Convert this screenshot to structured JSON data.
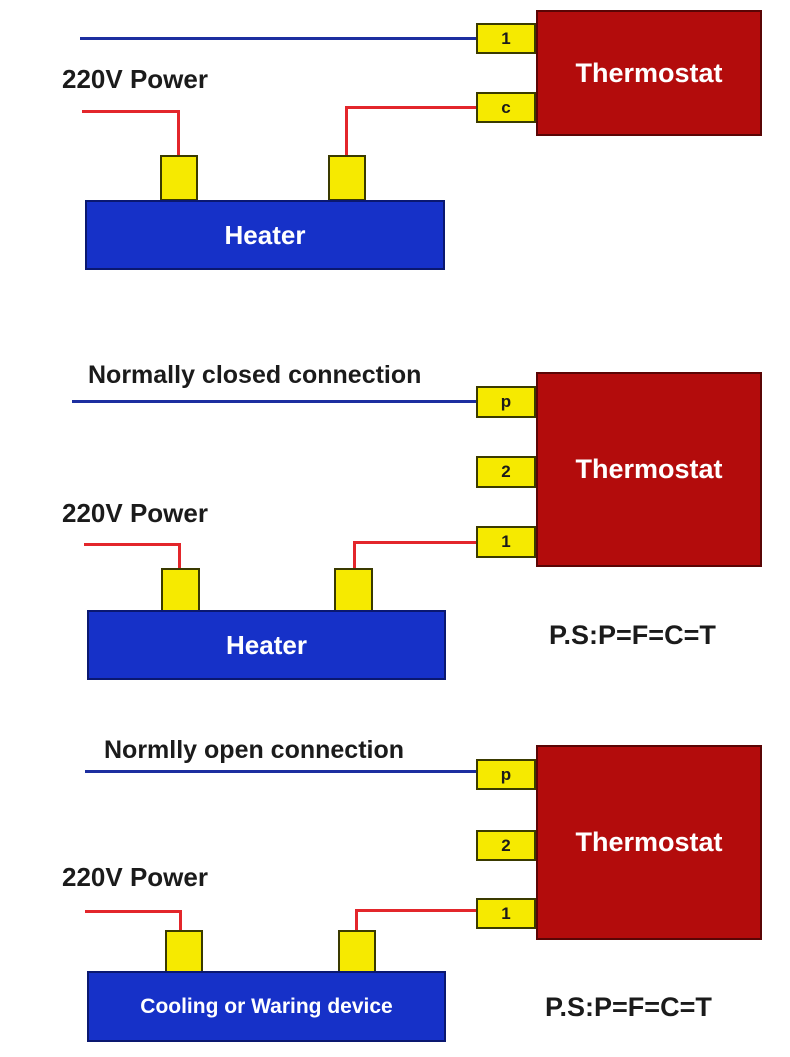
{
  "colors": {
    "thermostat": "#b30c0c",
    "device": "#1631c8",
    "terminal": "#f6ea00",
    "neutral_wire": "#1d2fa0",
    "live_wire": "#e3262b"
  },
  "diagrams": [
    {
      "title": "",
      "power_label": "220V Power",
      "thermostat_label": "Thermostat",
      "terminals": [
        "1",
        "c"
      ],
      "device_label": "Heater",
      "note": ""
    },
    {
      "title": "Normally closed connection",
      "power_label": "220V Power",
      "thermostat_label": "Thermostat",
      "terminals": [
        "p",
        "2",
        "1"
      ],
      "device_label": "Heater",
      "note": "P.S:P=F=C=T"
    },
    {
      "title": "Normlly open connection",
      "power_label": "220V Power",
      "thermostat_label": "Thermostat",
      "terminals": [
        "p",
        "2",
        "1"
      ],
      "device_label": "Cooling or Waring device",
      "note": "P.S:P=F=C=T"
    }
  ]
}
